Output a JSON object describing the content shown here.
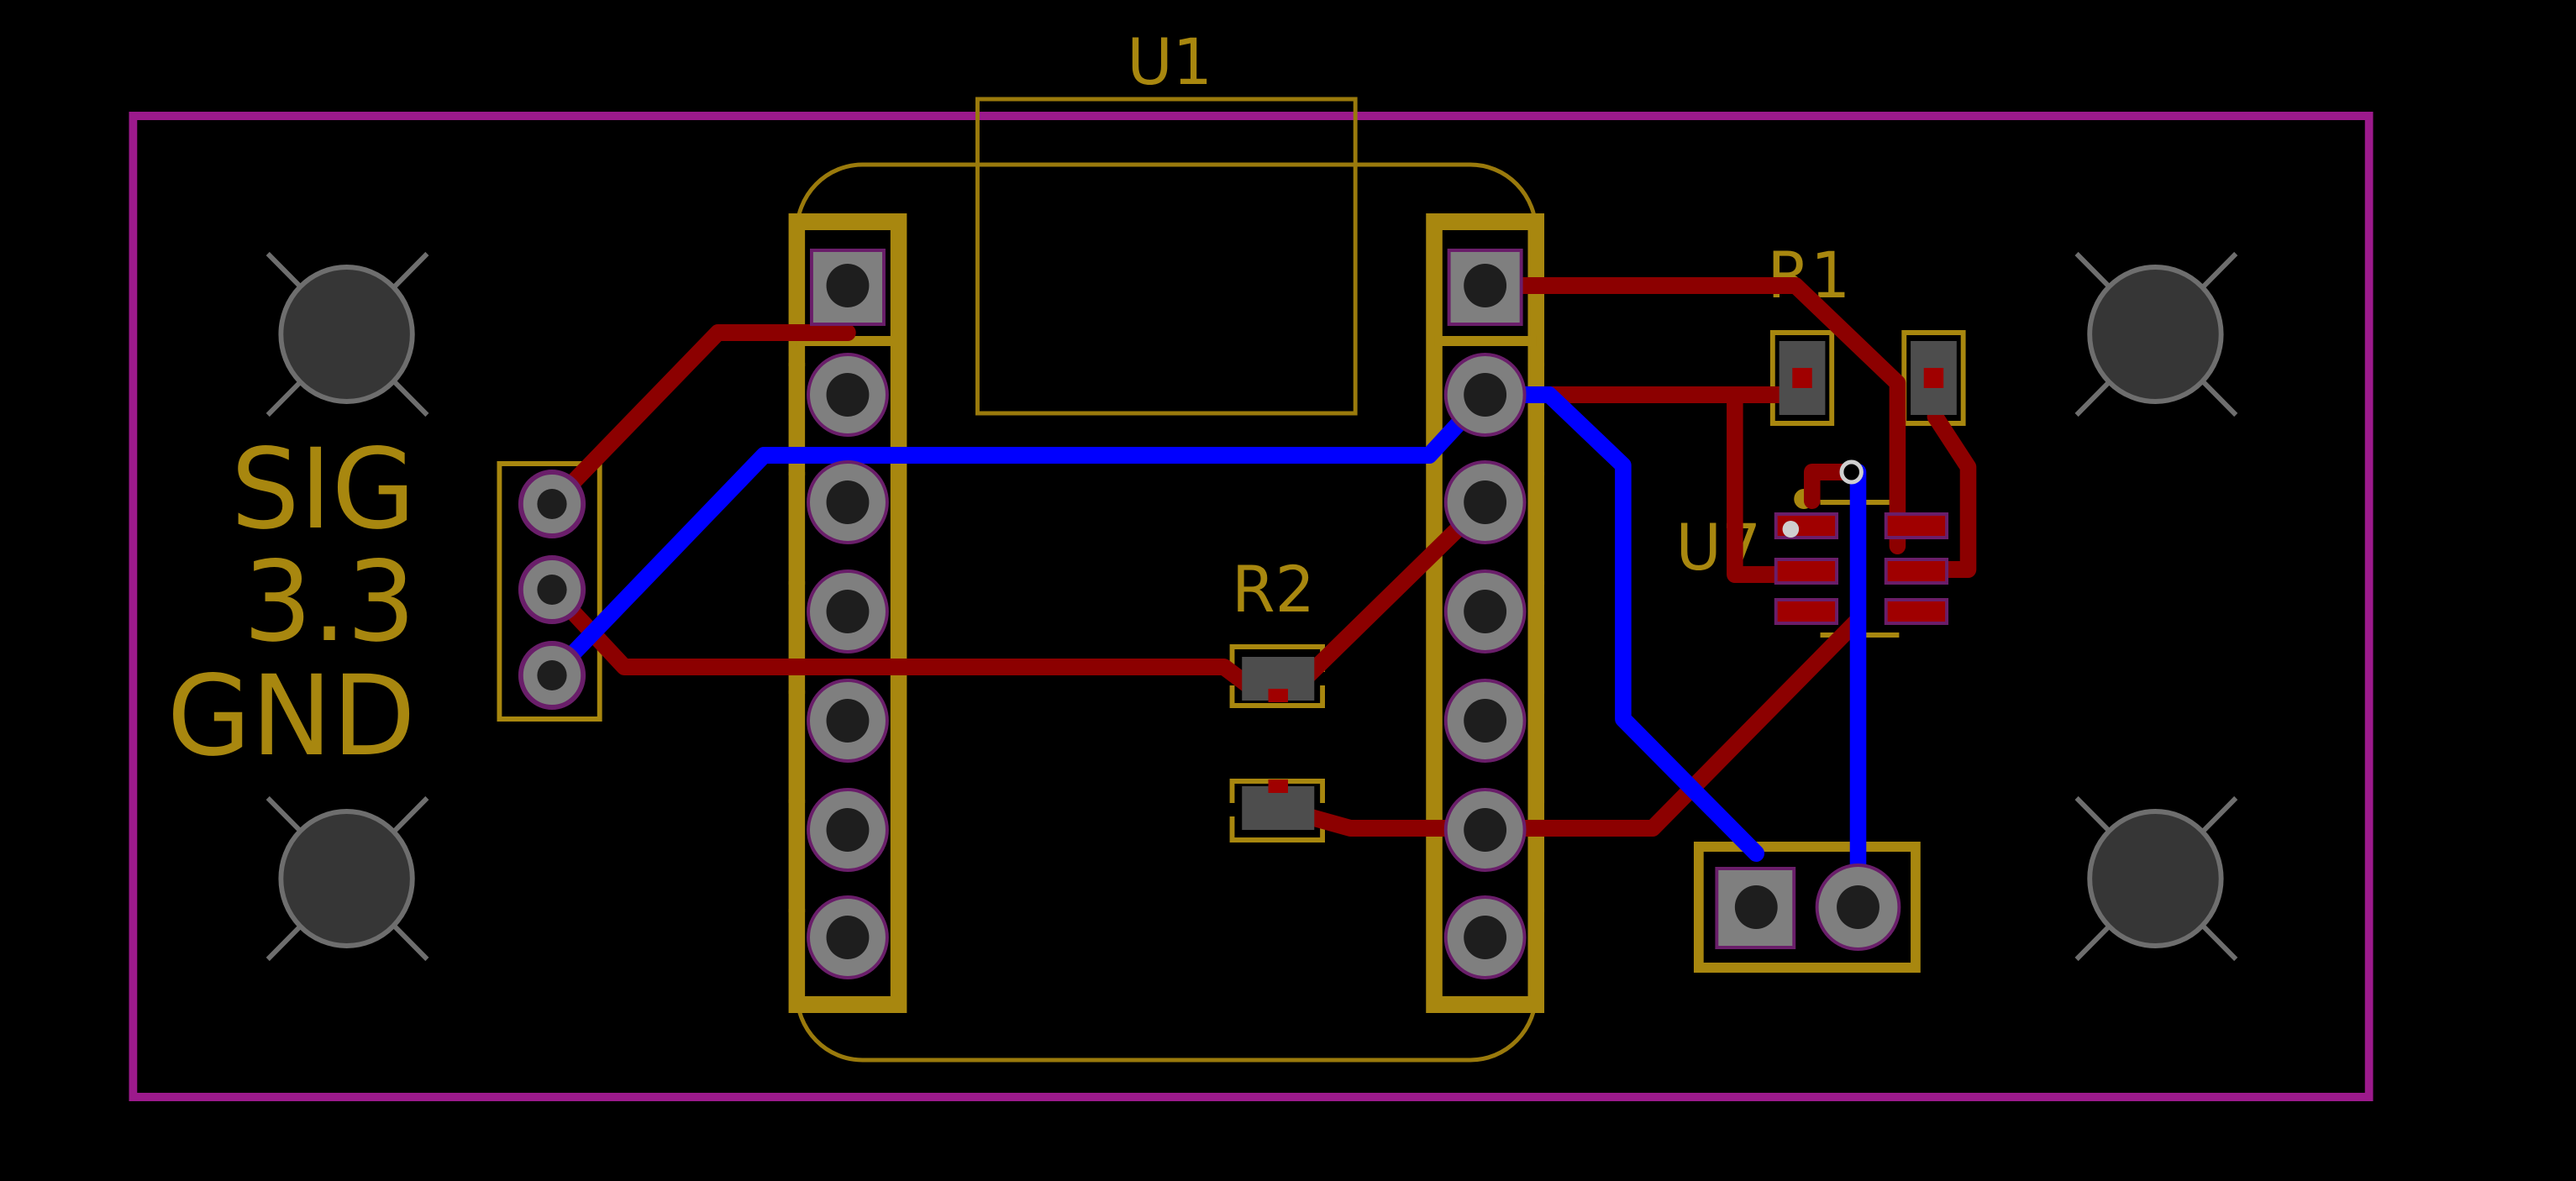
{
  "labels": {
    "u1": "U1",
    "r1": "R1",
    "r2": "R2",
    "u7": "U7",
    "sig": "SIG",
    "v33": "3.3",
    "gnd": "GND"
  },
  "colors": {
    "background": "#000000",
    "board_outline": "#9c1a8c",
    "silkscreen": "#a8870f",
    "top_copper": "#8c0000",
    "bottom_copper": "#0000ff",
    "pad": "#7f7f7f",
    "mount_hole": "#363636"
  }
}
